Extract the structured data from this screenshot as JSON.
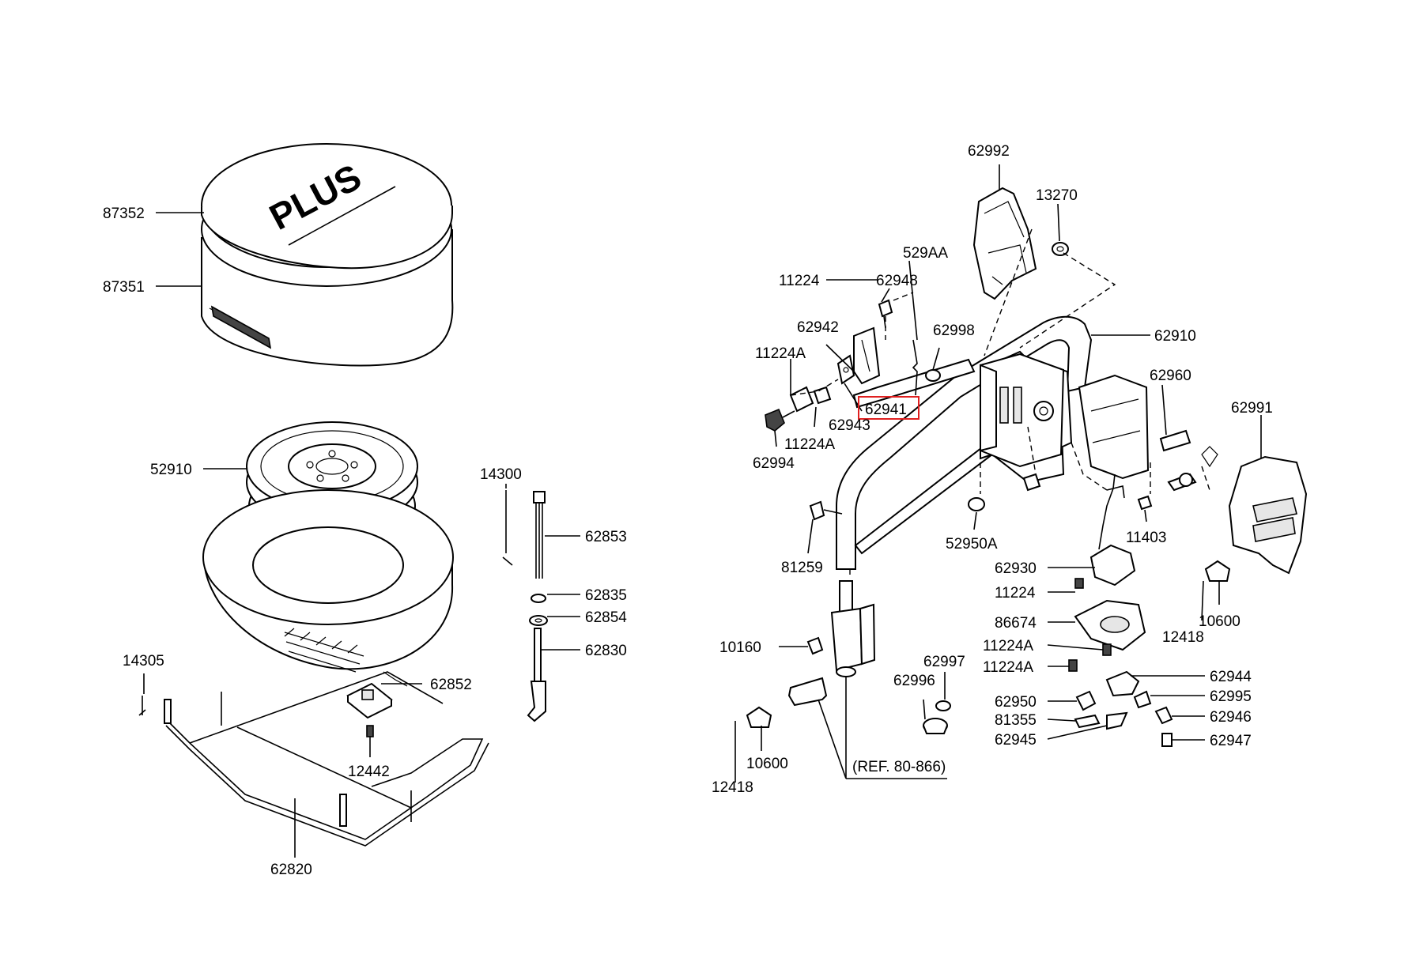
{
  "cover_text": "PLUS",
  "ref_note": "(REF. 80-866)",
  "highlight_color": "#e02020",
  "highlighted_part": "62941",
  "labels": {
    "p87352": "87352",
    "p87351": "87351",
    "p52910": "52910",
    "p14300": "14300",
    "p62853": "62853",
    "p62835": "62835",
    "p62854": "62854",
    "p62830": "62830",
    "p14305": "14305",
    "p62852": "62852",
    "p12442": "12442",
    "p62820": "62820",
    "p62992": "62992",
    "p13270": "13270",
    "p529AA": "529AA",
    "p11224_top": "11224",
    "p62948": "62948",
    "p62942": "62942",
    "p62998": "62998",
    "p62910": "62910",
    "p11224A_a": "11224A",
    "p62941": "62941",
    "p62943": "62943",
    "p11224A_b": "11224A",
    "p62994": "62994",
    "p62960": "62960",
    "p62991": "62991",
    "p81259": "81259",
    "p52950A": "52950A",
    "p11403": "11403",
    "p62930": "62930",
    "p11224_mid": "11224",
    "p86674": "86674",
    "p10600_r": "10600",
    "p12418_r": "12418",
    "p10160": "10160",
    "p62997": "62997",
    "p11224A_c": "11224A",
    "p11224A_d": "11224A",
    "p62944": "62944",
    "p62996": "62996",
    "p62950": "62950",
    "p62995": "62995",
    "p81355": "81355",
    "p62946": "62946",
    "p62945": "62945",
    "p62947": "62947",
    "p10600_l": "10600",
    "p12418_l": "12418"
  }
}
